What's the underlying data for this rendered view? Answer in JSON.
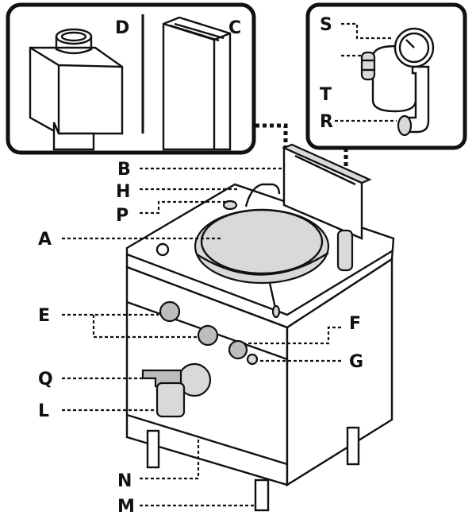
{
  "labels": {
    "A": "A",
    "B": "B",
    "C": "C",
    "D": "D",
    "E": "E",
    "F": "F",
    "G": "G",
    "H": "H",
    "L": "L",
    "M": "M",
    "N": "N",
    "P": "P",
    "Q": "Q",
    "R": "R",
    "S": "S",
    "T": "T"
  },
  "colors": {
    "ink": "#111111",
    "panel_fill": "#d9d9d9",
    "background": "#ffffff"
  }
}
